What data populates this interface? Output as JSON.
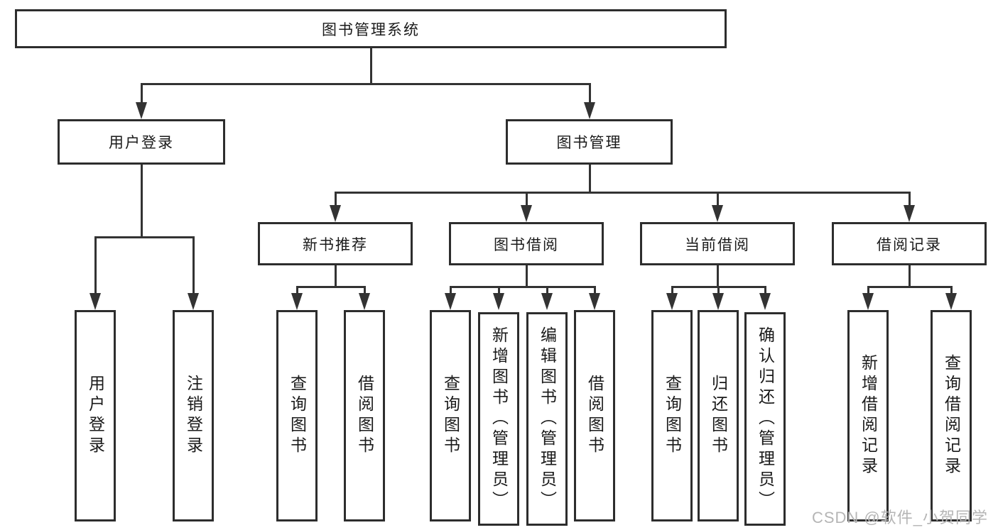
{
  "colors": {
    "background": "#ffffff",
    "line": "#333333",
    "box_border": "#2d2d2d",
    "text": "#1a1a1a",
    "watermark": "#b5b5b5"
  },
  "tree": {
    "root": {
      "label": "图书管理系统"
    },
    "branches": [
      {
        "label": "用户登录",
        "children": [
          {
            "label": "用户登录"
          },
          {
            "label": "注销登录"
          }
        ]
      },
      {
        "label": "图书管理",
        "groups": [
          {
            "label": "新书推荐",
            "children": [
              {
                "label": "查询图书"
              },
              {
                "label": "借阅图书"
              }
            ]
          },
          {
            "label": "图书借阅",
            "children": [
              {
                "label": "查询图书"
              },
              {
                "label": "新增图书（管理员）"
              },
              {
                "label": "编辑图书（管理员）"
              },
              {
                "label": "借阅图书"
              }
            ]
          },
          {
            "label": "当前借阅",
            "children": [
              {
                "label": "查询图书"
              },
              {
                "label": "归还图书"
              },
              {
                "label": "确认归还（管理员）"
              }
            ]
          },
          {
            "label": "借阅记录",
            "children": [
              {
                "label": "新增借阅记录"
              },
              {
                "label": "查询借阅记录"
              }
            ]
          }
        ]
      }
    ]
  },
  "watermark": {
    "label": "CSDN @软件_小贺同学"
  }
}
